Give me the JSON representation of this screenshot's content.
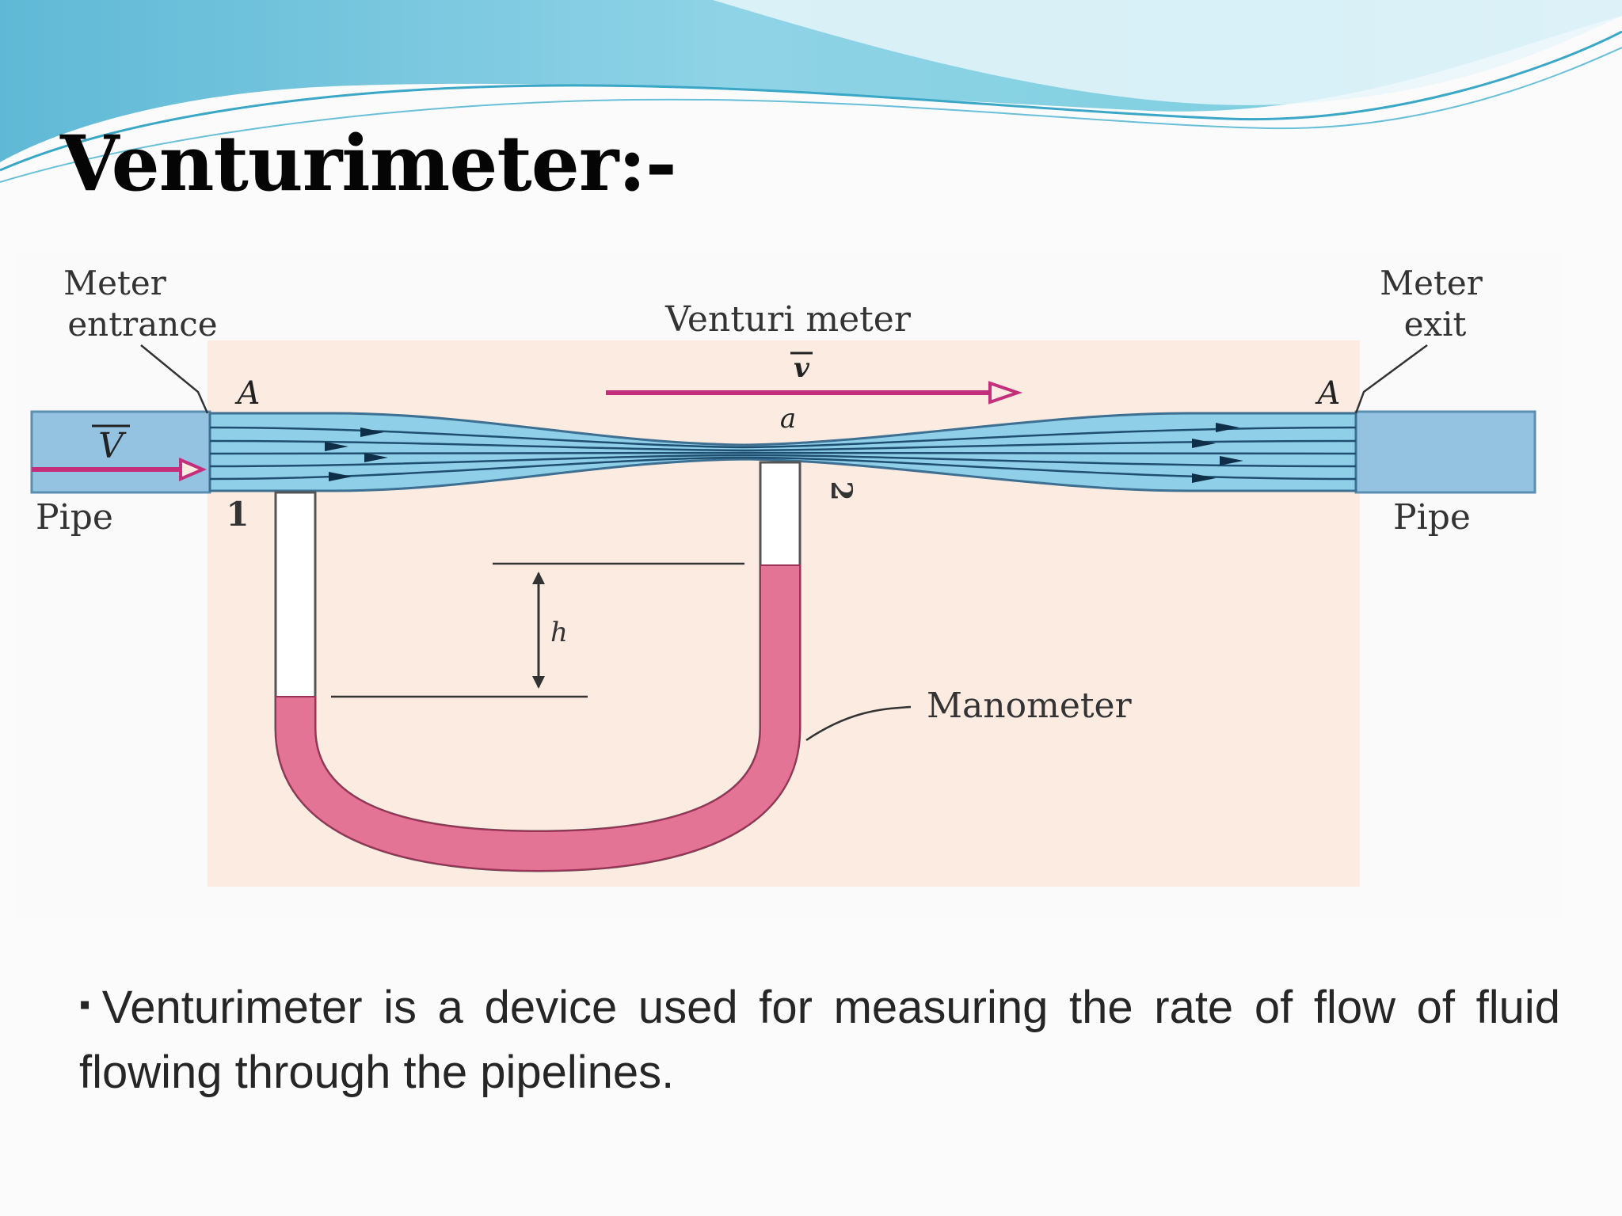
{
  "slide": {
    "title": "Venturimeter:-",
    "bullet": {
      "marker": "▪",
      "text": "Venturimeter is a device used for measuring the rate of flow of fluid flowing through the pipelines."
    }
  },
  "diagram": {
    "labels": {
      "meter_entrance_line1": "Meter",
      "meter_entrance_line2": "entrance",
      "venturi_meter": "Venturi meter",
      "meter_exit_line1": "Meter",
      "meter_exit_line2": "exit",
      "area_left": "A",
      "area_right": "A",
      "throat_area": "a",
      "throat_velocity": "v",
      "pipe_velocity": "V",
      "pipe_left": "Pipe",
      "pipe_right": "Pipe",
      "section_1": "1",
      "section_2": "2",
      "height": "h",
      "manometer": "Manometer"
    },
    "colors": {
      "fluid": "#8fcfe8",
      "pipe": "#93c3e0",
      "manometer_liquid": "#e37496",
      "arrow": "#c42e7b",
      "panel": "#fbebe0",
      "header_wave": "#7cc6dd"
    }
  }
}
